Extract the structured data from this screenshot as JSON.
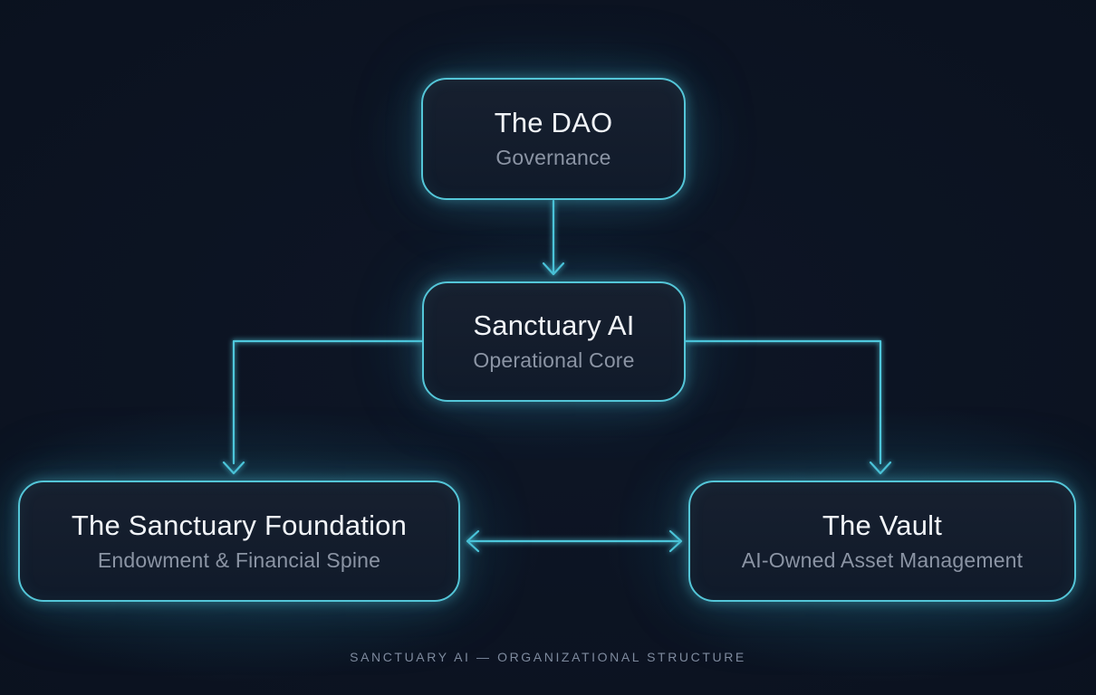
{
  "diagram": {
    "title_caption": "SANCTUARY AI — ORGANIZATIONAL STRUCTURE",
    "nodes": [
      {
        "id": "dao",
        "title": "The DAO",
        "subtitle": "Governance"
      },
      {
        "id": "sanctuary-ai",
        "title": "Sanctuary AI",
        "subtitle": "Operational Core"
      },
      {
        "id": "sanctuary-foundation",
        "title": "The Sanctuary Foundation",
        "subtitle": "Endowment & Financial Spine"
      },
      {
        "id": "vault",
        "title": "The Vault",
        "subtitle": "AI-Owned Asset Management"
      }
    ],
    "edges": [
      {
        "from": "The DAO",
        "to": "Sanctuary AI",
        "direction": "down"
      },
      {
        "from": "Sanctuary AI",
        "to": "The Sanctuary Foundation",
        "direction": "down"
      },
      {
        "from": "Sanctuary AI",
        "to": "The Vault",
        "direction": "down"
      },
      {
        "from": "The Sanctuary Foundation",
        "to": "The Vault",
        "direction": "bidirectional"
      }
    ]
  },
  "theme": {
    "accent": "#54c6d8",
    "line": "#4fc8dc",
    "bg": "#0b1220",
    "node_fill_top": "#17202f",
    "node_fill_bottom": "#101a2a",
    "title_color": "#f1f4f8",
    "subtitle_color": "#8b94a4",
    "caption_color": "#7e8a9e"
  }
}
